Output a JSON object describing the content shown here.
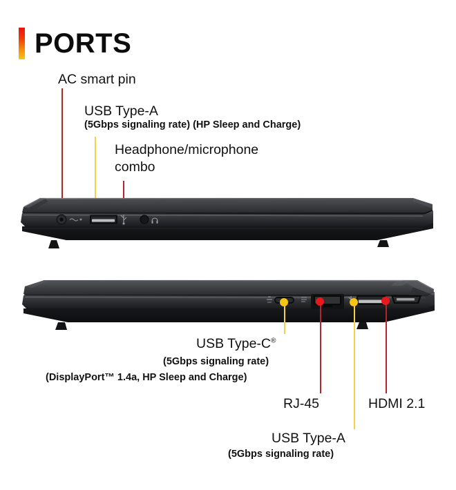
{
  "page": {
    "title": "PORTS",
    "accent_colors": {
      "gradient_top": "#e8140c",
      "gradient_mid": "#f58a09",
      "gradient_bottom": "#fbc513",
      "leader_red": "#b3252a",
      "leader_yellow": "#f3d14a",
      "dot_red": "#e8181c",
      "dot_yellow": "#f5c417"
    }
  },
  "left_side": {
    "view_label": "laptop-left-side-profile",
    "callouts": [
      {
        "id": "ac-smart-pin",
        "title": "AC smart pin",
        "sub": "",
        "marker_color": "#e8181c",
        "leader_color": "#b3252a"
      },
      {
        "id": "usb-type-a",
        "title": "USB Type-A",
        "sub": "(5Gbps signaling rate) (HP Sleep and Charge)",
        "marker_color": "#f5c417",
        "leader_color": "#f3d14a"
      },
      {
        "id": "headphone-microphone-combo",
        "title_line1": "Headphone/microphone",
        "title_line2": "combo",
        "marker_color": "#e8181c",
        "leader_color": "#b3252a"
      }
    ]
  },
  "right_side": {
    "view_label": "laptop-right-side-profile",
    "callouts": [
      {
        "id": "usb-type-c",
        "title": "USB Type-C",
        "superscript": "®",
        "sub1": "(5Gbps signaling rate)",
        "sub2": "(DisplayPort™ 1.4a, HP Sleep and Charge)",
        "marker_color": "#f5c417",
        "leader_color": "#f3d14a"
      },
      {
        "id": "rj-45",
        "title": "RJ-45",
        "sub": "",
        "marker_color": "#e8181c",
        "leader_color": "#b3252a"
      },
      {
        "id": "usb-type-a-right",
        "title": "USB Type-A",
        "sub": "(5Gbps signaling rate)",
        "marker_color": "#f5c417",
        "leader_color": "#f3d14a"
      },
      {
        "id": "hdmi",
        "title": "HDMI 2.1",
        "sub": "",
        "marker_color": "#e8181c",
        "leader_color": "#b3252a"
      }
    ]
  }
}
